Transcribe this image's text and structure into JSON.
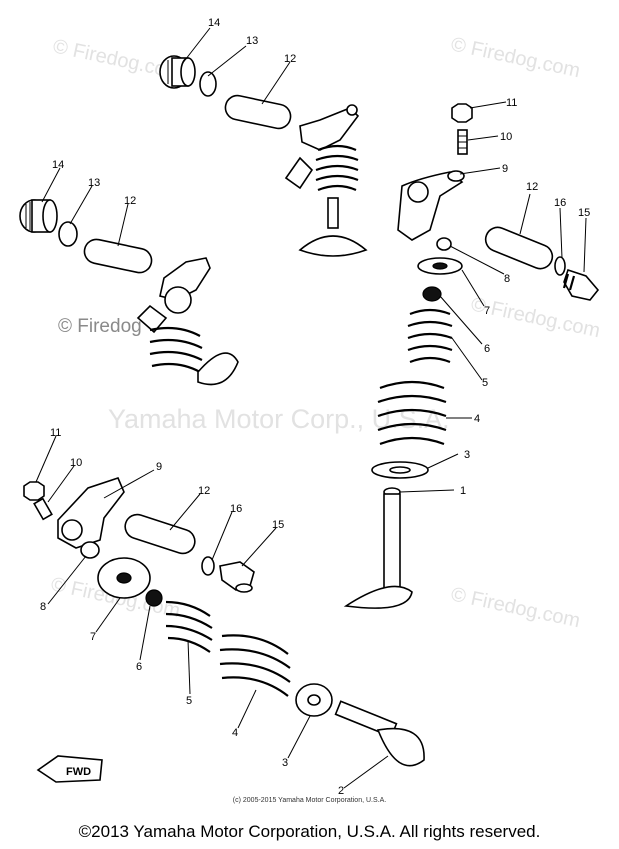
{
  "watermarks": {
    "firedog": "© Firedog.com",
    "firedog_short": "© Firedog",
    "yamaha": "Yamaha Motor Corp., U.S.A."
  },
  "labels": {
    "p1": "1",
    "p2": "2",
    "p3": "3",
    "p4": "4",
    "p5": "5",
    "p6": "6",
    "p7": "7",
    "p8": "8",
    "p9": "9",
    "p10": "10",
    "p11": "11",
    "p12": "12",
    "p13": "13",
    "p14": "14",
    "p15": "15",
    "p16": "16"
  },
  "fwd_mark": "FWD",
  "small_copyright": "(c) 2005-2015 Yamaha Motor Corporation, U.S.A.",
  "footer_copyright": "©2013 Yamaha Motor Corporation, U.S.A. All rights reserved."
}
